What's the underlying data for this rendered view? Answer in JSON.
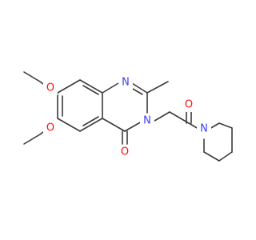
{
  "molecule": {
    "atom_labels": {
      "n_ring_top": "N",
      "n_ring_bottom": "N",
      "n_isoquinoline": "N",
      "o_methoxy_upper": "O",
      "o_methoxy_lower": "O",
      "o_carbonyl_ring": "O",
      "o_carbonyl_amide": "O"
    },
    "colors": {
      "bond": "#3b3b3b",
      "nitrogen": "#3c3cff",
      "oxygen": "#ff0d0d"
    }
  }
}
